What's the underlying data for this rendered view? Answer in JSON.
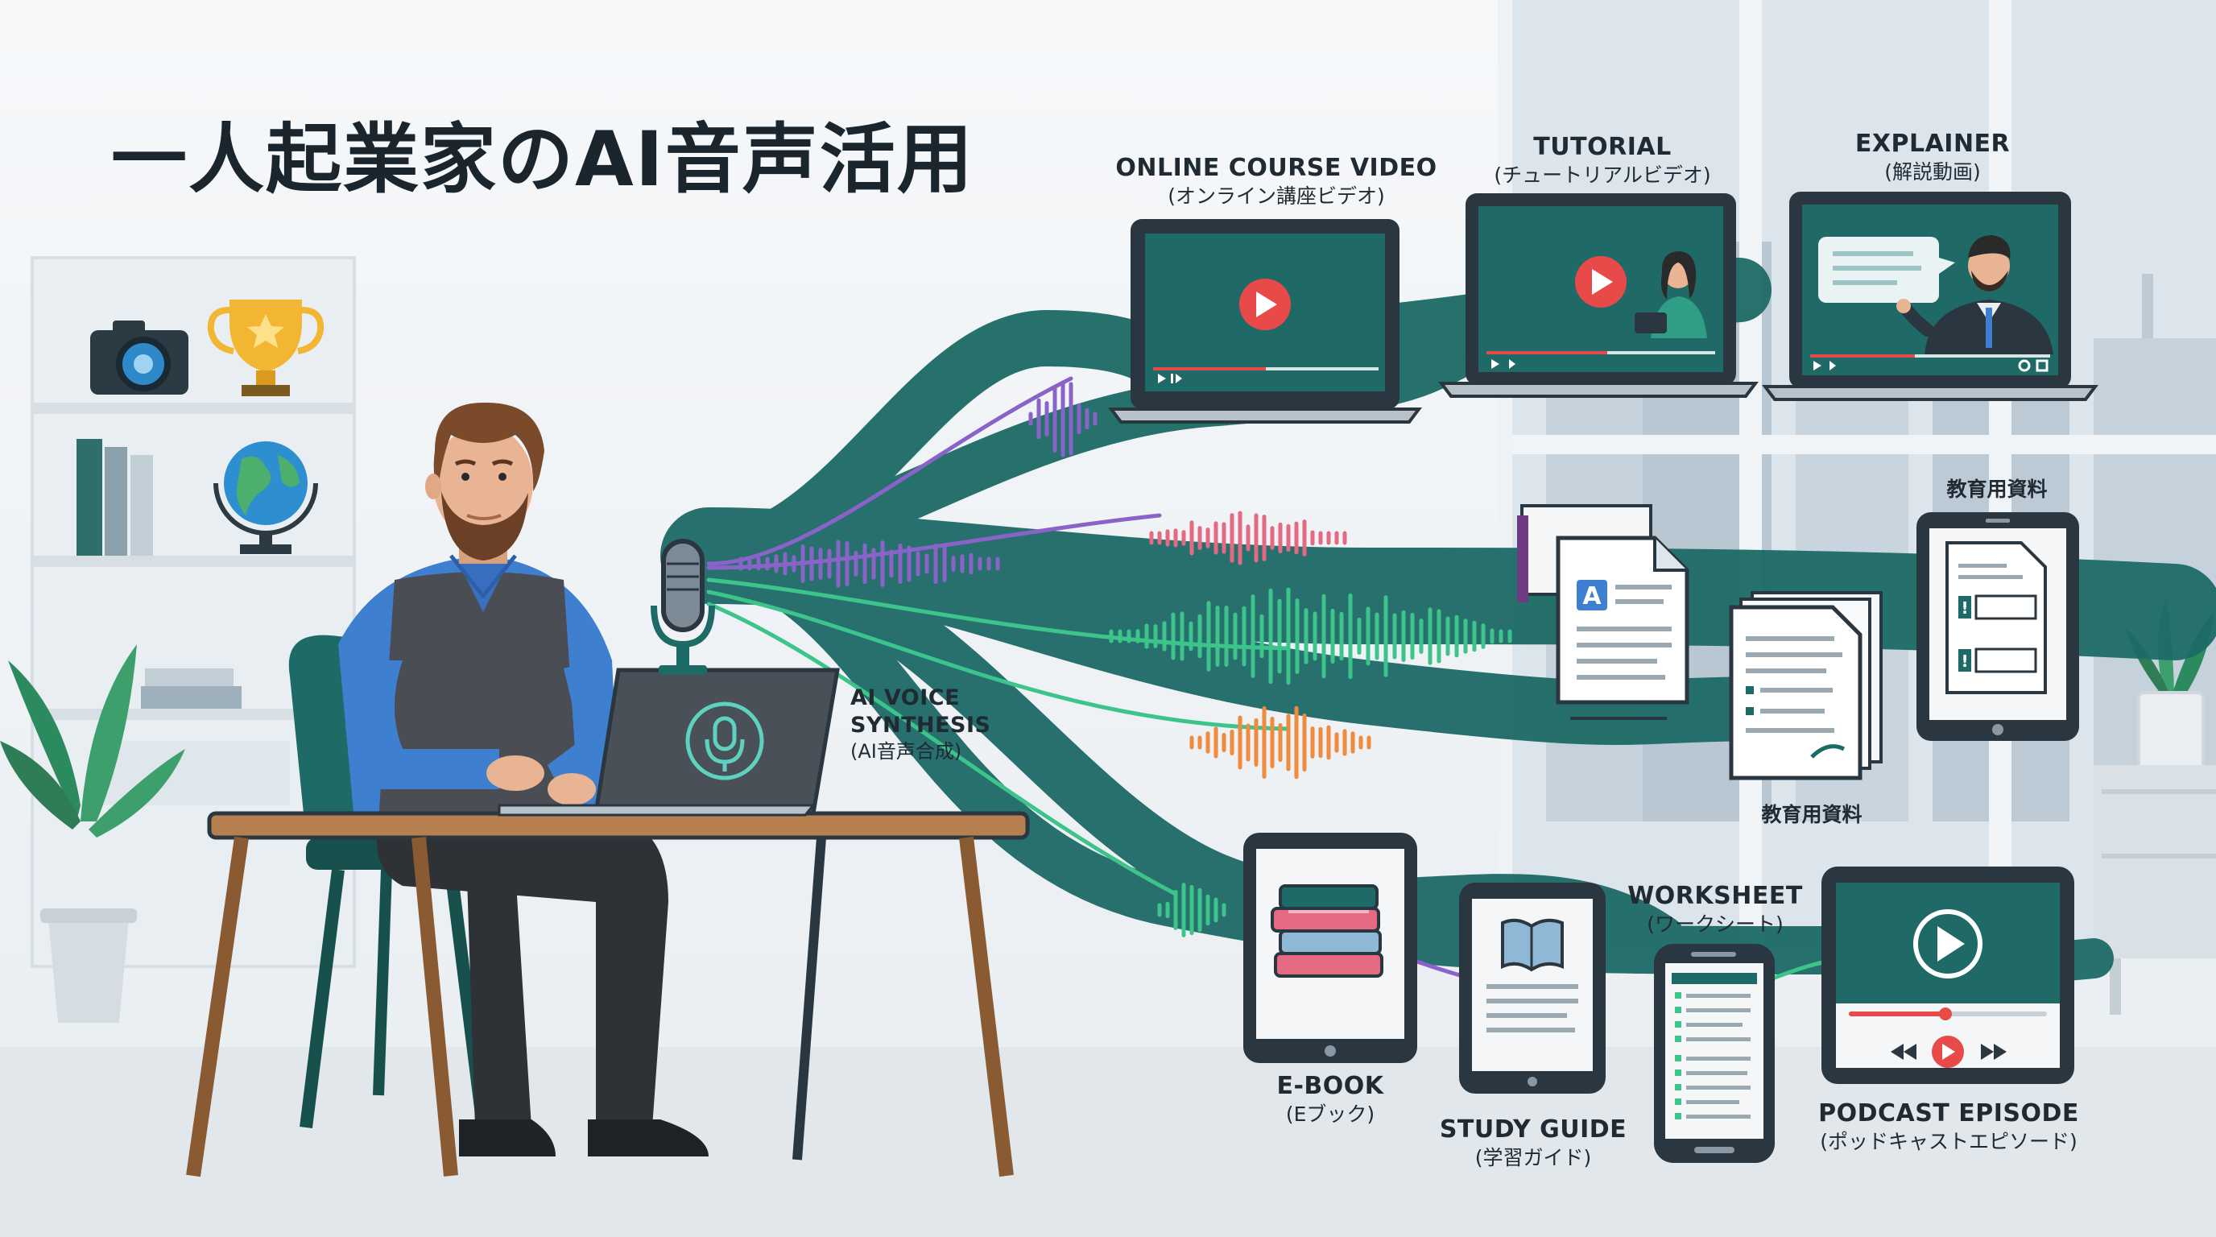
{
  "title": "一人起業家のAI音声活用",
  "hub": {
    "en": "AI VOICE\nSYNTHESIS",
    "jp": "(AI音声合成)"
  },
  "outputs": {
    "online_course": {
      "en": "ONLINE COURSE VIDEO",
      "jp": "(オンライン講座ビデオ)"
    },
    "tutorial": {
      "en": "TUTORIAL",
      "jp": "(チュートリアルビデオ)"
    },
    "explainer": {
      "en": "EXPLAINER",
      "jp": "(解説動画)"
    },
    "edu_material_tablet": {
      "jp": "教育用資料"
    },
    "edu_material_docs": {
      "jp": "教育用資料"
    },
    "ebook": {
      "en": "E-BOOK",
      "jp": "(Eブック)"
    },
    "study_guide": {
      "en": "STUDY GUIDE",
      "jp": "(学習ガイド)"
    },
    "worksheet": {
      "en": "WORKSHEET",
      "jp": "(ワークシート)"
    },
    "podcast": {
      "en": "PODCAST EPISODE",
      "jp": "(ポッドキャストエピソード)"
    }
  },
  "doc_letter": "A",
  "colors": {
    "teal": "#1d6a66",
    "dark_teal": "#17504d",
    "play_red": "#e84a4a",
    "shirt_blue": "#3f7fcf",
    "wave_purple": "#8a63c9",
    "wave_green": "#3cc48a",
    "wave_orange": "#f08a3c",
    "wave_pink": "#e46a82"
  },
  "icons": [
    "microphone-icon",
    "play-icon",
    "camera-icon",
    "trophy-icon",
    "globe-icon",
    "book-stack-icon",
    "open-book-icon",
    "document-icon",
    "alert-icon",
    "fast-forward-icon",
    "rewind-icon",
    "fullscreen-icon",
    "settings-icon"
  ]
}
